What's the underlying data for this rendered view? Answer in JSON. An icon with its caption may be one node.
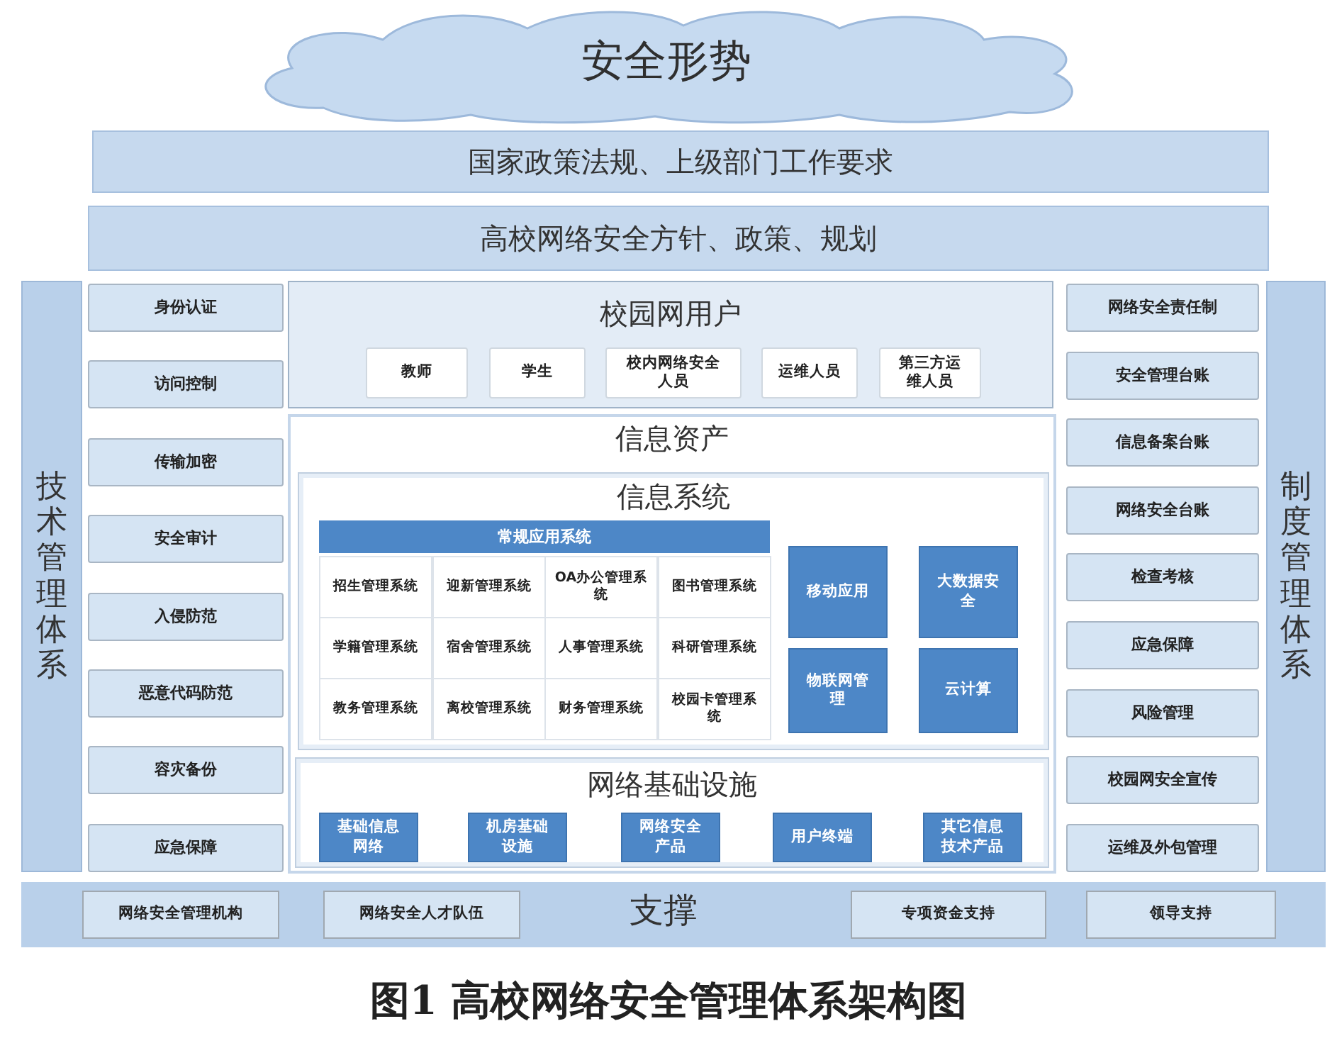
{
  "diagram": {
    "caption": "图1 高校网络安全管理体系架构图",
    "nodes": [
      {
        "text": [
          "安全形势"
        ]
      },
      {
        "text": [
          "国家政策法规、上级部门工作要求"
        ]
      },
      {
        "text": [
          "高校网络安全方针、政策、规划"
        ]
      },
      {
        "text": [
          "技术管理体系"
        ]
      },
      {
        "text": [
          "身份认证"
        ]
      },
      {
        "text": [
          "访问控制"
        ]
      },
      {
        "text": [
          "传输加密"
        ]
      },
      {
        "text": [
          "安全审计"
        ]
      },
      {
        "text": [
          "入侵防范"
        ]
      },
      {
        "text": [
          "恶意代码防范"
        ]
      },
      {
        "text": [
          "容灾备份"
        ]
      },
      {
        "text": [
          "应急保障"
        ]
      },
      {
        "text": [
          "校园网用户"
        ]
      },
      {
        "text": [
          "教师"
        ],
        "in": 12
      },
      {
        "text": [
          "学生"
        ],
        "in": 12
      },
      {
        "text": [
          "校内网络安全人员"
        ],
        "in": 12
      },
      {
        "text": [
          "运维人员"
        ],
        "in": 12
      },
      {
        "text": [
          "第三方运维人员"
        ],
        "in": 12
      },
      {
        "text": [
          "信息资产"
        ]
      },
      {
        "text": [
          "信息系统"
        ],
        "in": 18
      },
      {
        "text": [
          "常规应用系统"
        ],
        "in": 19
      },
      {
        "text": [
          "招生管理系统"
        ],
        "in": 19
      },
      {
        "text": [
          "迎新管理系统"
        ],
        "in": 19
      },
      {
        "text": [
          "OA办公管理系统"
        ],
        "in": 19
      },
      {
        "text": [
          "图书管理系统"
        ],
        "in": 19
      },
      {
        "text": [
          "学籍管理系统"
        ],
        "in": 19
      },
      {
        "text": [
          "宿舍管理系统"
        ],
        "in": 19
      },
      {
        "text": [
          "人事管理系统"
        ],
        "in": 19
      },
      {
        "text": [
          "科研管理系统"
        ],
        "in": 19
      },
      {
        "text": [
          "教务管理系统"
        ],
        "in": 19
      },
      {
        "text": [
          "离校管理系统"
        ],
        "in": 19
      },
      {
        "text": [
          "财务管理系统"
        ],
        "in": 19
      },
      {
        "text": [
          "校园卡管理系统"
        ],
        "in": 19
      },
      {
        "text": [
          "移动应用"
        ],
        "in": 19
      },
      {
        "text": [
          "大数据安全"
        ],
        "in": 19
      },
      {
        "text": [
          "物联网管理"
        ],
        "in": 19
      },
      {
        "text": [
          "云计算"
        ],
        "in": 19
      },
      {
        "text": [
          "网络基础设施"
        ],
        "in": 18
      },
      {
        "text": [
          "基础信息网络"
        ],
        "in": 37
      },
      {
        "text": [
          "机房基础设施"
        ],
        "in": 37
      },
      {
        "text": [
          "网络安全产品"
        ],
        "in": 37
      },
      {
        "text": [
          "用户终端"
        ],
        "in": 37
      },
      {
        "text": [
          "其它信息技术产品"
        ],
        "in": 37
      },
      {
        "text": [
          "制度管理体系"
        ]
      },
      {
        "text": [
          "网络安全责任制"
        ]
      },
      {
        "text": [
          "安全管理台账"
        ]
      },
      {
        "text": [
          "信息备案台账"
        ]
      },
      {
        "text": [
          "网络安全台账"
        ]
      },
      {
        "text": [
          "检查考核"
        ]
      },
      {
        "text": [
          "应急保障"
        ]
      },
      {
        "text": [
          "风险管理"
        ]
      },
      {
        "text": [
          "校园网安全宣传"
        ]
      },
      {
        "text": [
          "运维及外包管理"
        ]
      },
      {
        "text": [
          "支撑"
        ]
      },
      {
        "text": [
          "网络安全管理机构"
        ],
        "in": 53
      },
      {
        "text": [
          "网络安全人才队伍"
        ],
        "in": 53
      },
      {
        "text": [
          "专项资金支持"
        ],
        "in": 53
      },
      {
        "text": [
          "领导支持"
        ],
        "in": 53
      }
    ]
  }
}
